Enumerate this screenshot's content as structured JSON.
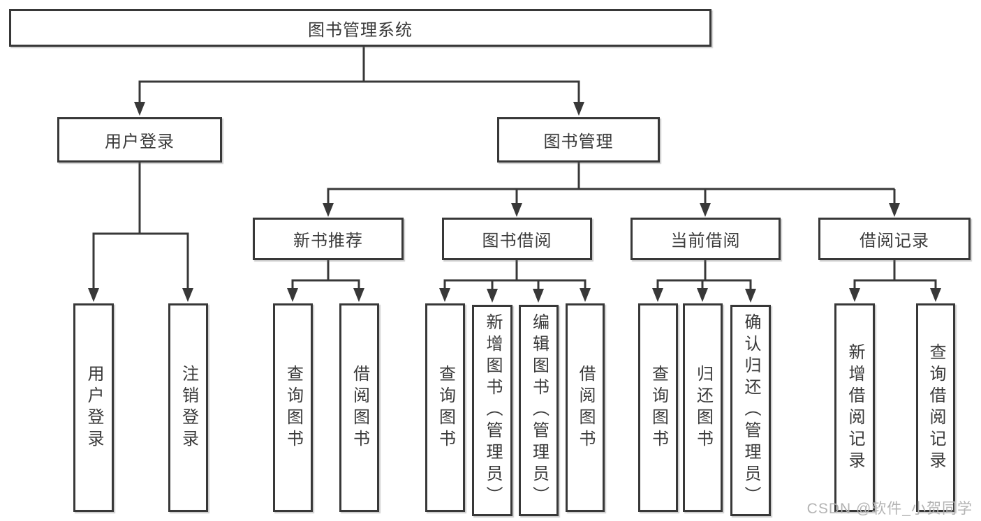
{
  "diagram": {
    "title": "图书管理系统",
    "colors": {
      "line": "#383838",
      "text": "#3a3a3a",
      "box_background": "#ffffff",
      "watermark": "#b3b3b3"
    }
  },
  "tree": {
    "label": "图书管理系统",
    "children": [
      {
        "label": "用户登录",
        "children": [
          {
            "label": "用户登录"
          },
          {
            "label": "注销登录"
          }
        ]
      },
      {
        "label": "图书管理",
        "children": [
          {
            "label": "新书推荐",
            "children": [
              {
                "label": "查询图书"
              },
              {
                "label": "借阅图书"
              }
            ]
          },
          {
            "label": "图书借阅",
            "children": [
              {
                "label": "查询图书"
              },
              {
                "label": "新增图书（管理员）"
              },
              {
                "label": "编辑图书（管理员）"
              },
              {
                "label": "借阅图书"
              }
            ]
          },
          {
            "label": "当前借阅",
            "children": [
              {
                "label": "查询图书"
              },
              {
                "label": "归还图书"
              },
              {
                "label": "确认归还（管理员）"
              }
            ]
          },
          {
            "label": "借阅记录",
            "children": [
              {
                "label": "新增借阅记录"
              },
              {
                "label": "查询借阅记录"
              }
            ]
          }
        ]
      }
    ]
  },
  "watermark": {
    "text": "CSDN @软件_小贺同学"
  }
}
